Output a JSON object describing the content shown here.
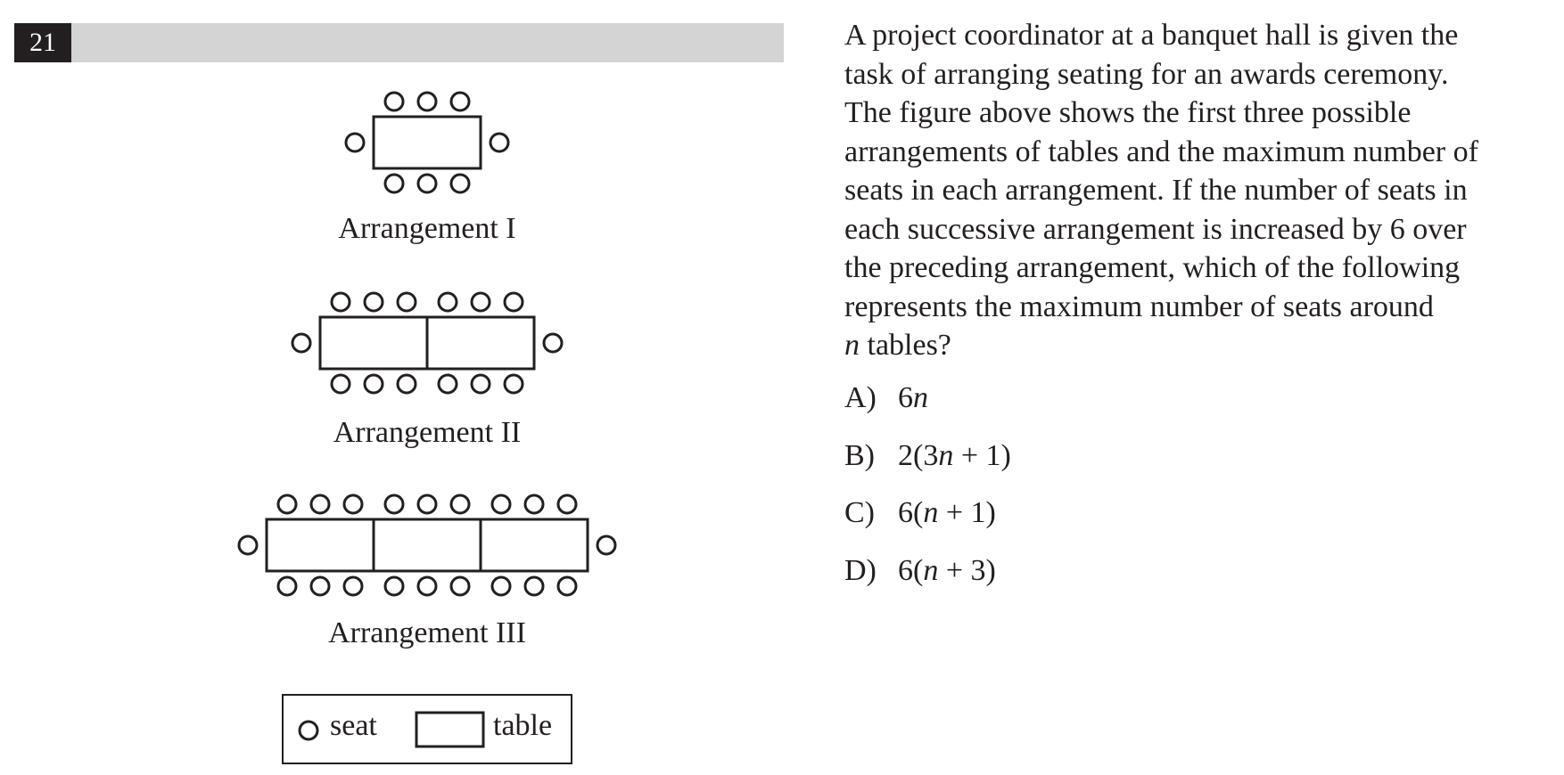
{
  "question_number": "21",
  "figure": {
    "arrangements": [
      {
        "label": "Arrangement I",
        "tables": 1
      },
      {
        "label": "Arrangement II",
        "tables": 2
      },
      {
        "label": "Arrangement III",
        "tables": 3
      }
    ],
    "legend": {
      "seat_label": "seat",
      "table_label": "table"
    }
  },
  "question": {
    "lines": [
      "A project coordinator at a banquet hall is given the",
      "task of arranging seating for an awards ceremony.",
      "The figure above shows the first three possible",
      "arrangements of tables and the maximum number of",
      "seats in each arrangement. If the number of seats in",
      "each successive arrangement is increased by 6 over",
      "the preceding arrangement, which of the following",
      "represents the maximum number of seats around"
    ],
    "last_line_var": "n",
    "last_line_rest": " tables?"
  },
  "choices": [
    {
      "letter": "A)",
      "pre": "6",
      "var": "n",
      "post": ""
    },
    {
      "letter": "B)",
      "pre": "2(3",
      "var": "n",
      "post": " + 1)"
    },
    {
      "letter": "C)",
      "pre": "6(",
      "var": "n",
      "post": " + 1)"
    },
    {
      "letter": "D)",
      "pre": "6(",
      "var": "n",
      "post": " + 3)"
    }
  ]
}
